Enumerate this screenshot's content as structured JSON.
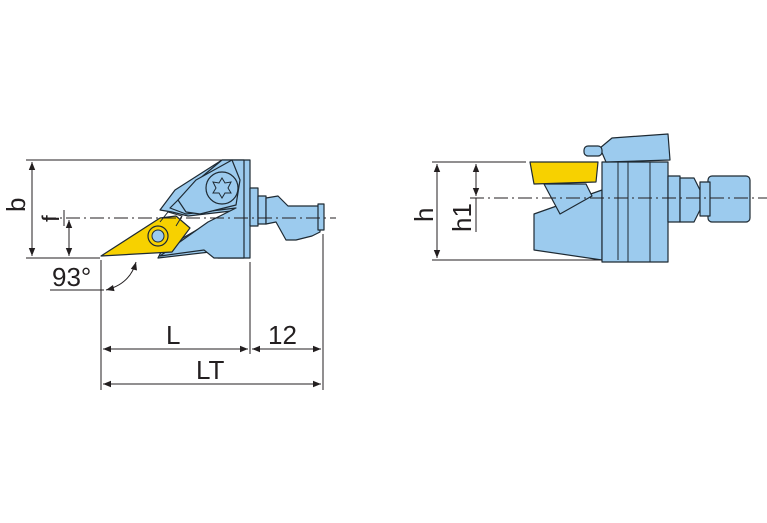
{
  "diagram": {
    "type": "technical-drawing",
    "subject": "Turning tool holder with triangular insert — top and side views",
    "colors": {
      "body": "#9ccbee",
      "insert": "#f7d100",
      "lines": "#231f20",
      "background": "#ffffff"
    },
    "left_view": {
      "labels": {
        "b": "b",
        "f": "f",
        "angle": "93°",
        "L": "L",
        "dim_12": "12",
        "LT": "LT"
      }
    },
    "right_view": {
      "labels": {
        "h": "h",
        "h1": "h1"
      }
    }
  }
}
